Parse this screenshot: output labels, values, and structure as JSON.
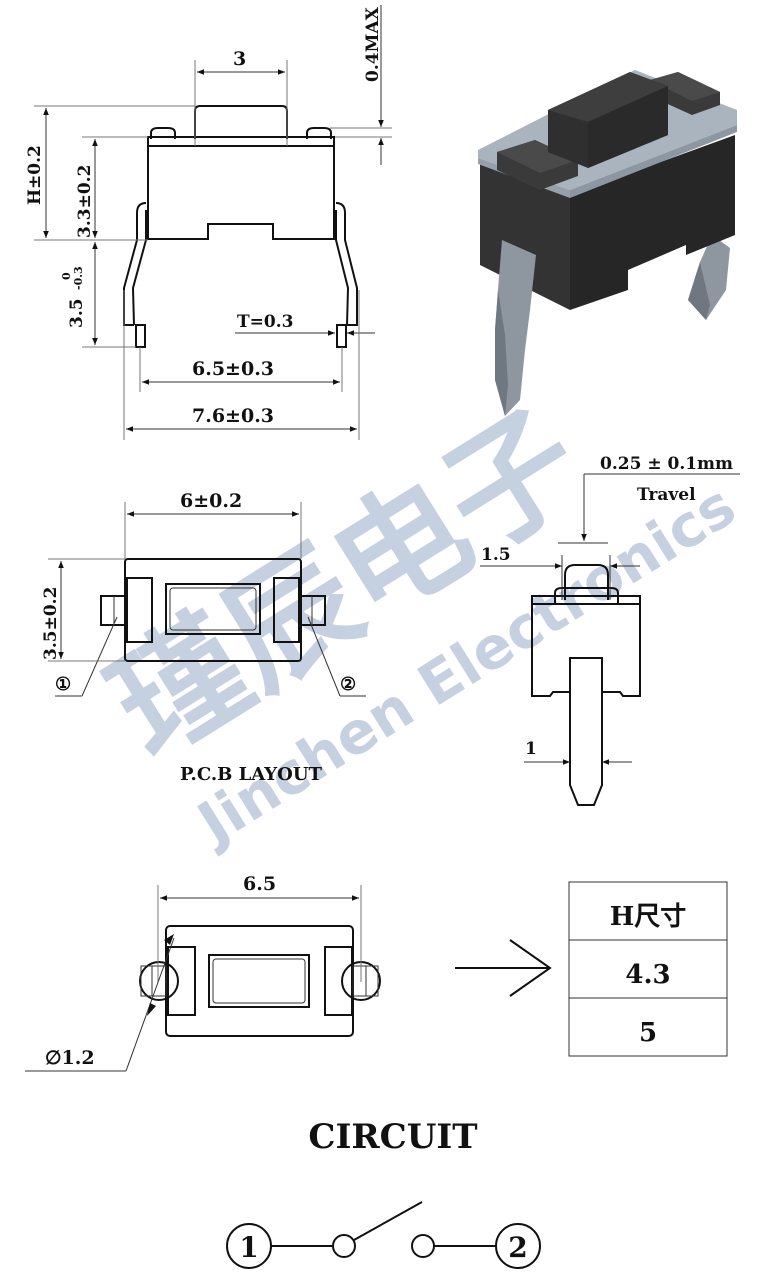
{
  "watermark": {
    "chinese": "瑾辰电子",
    "english": "Jinchen Electronics",
    "color": "#b8c7da"
  },
  "side_view": {
    "dim_top_width": "3",
    "dim_max_gap": "0.4MAX",
    "dim_total_height": "H±0.2",
    "dim_body_height": "3.3±0.2",
    "dim_pin_length": "3.5",
    "dim_pin_length_tol_upper": "0",
    "dim_pin_length_tol_lower": "-0.3",
    "dim_pin_thickness": "T=0.3",
    "dim_pin_spacing": "6.5±0.3",
    "dim_overall_width": "7.6±0.3"
  },
  "render_3d": {
    "body_color": "#2b2b2b",
    "frame_color": "#a9b4bf",
    "pin_color": "#8e979f"
  },
  "pcb_layout": {
    "dim_width": "6±0.2",
    "dim_height": "3.5±0.2",
    "pin1_label": "①",
    "pin2_label": "②",
    "caption": "P.C.B LAYOUT"
  },
  "end_view": {
    "travel_value": "0.25 ± 0.1mm",
    "travel_label": "Travel",
    "dim_button_width": "1.5",
    "dim_pin_width": "1"
  },
  "bottom_view": {
    "dim_width": "6.5",
    "dim_hole": "∅1.2"
  },
  "h_table": {
    "header": "H尺寸",
    "rows": [
      "4.3",
      "5"
    ]
  },
  "circuit": {
    "title": "CIRCUIT",
    "terminal1": "1",
    "terminal2": "2"
  }
}
